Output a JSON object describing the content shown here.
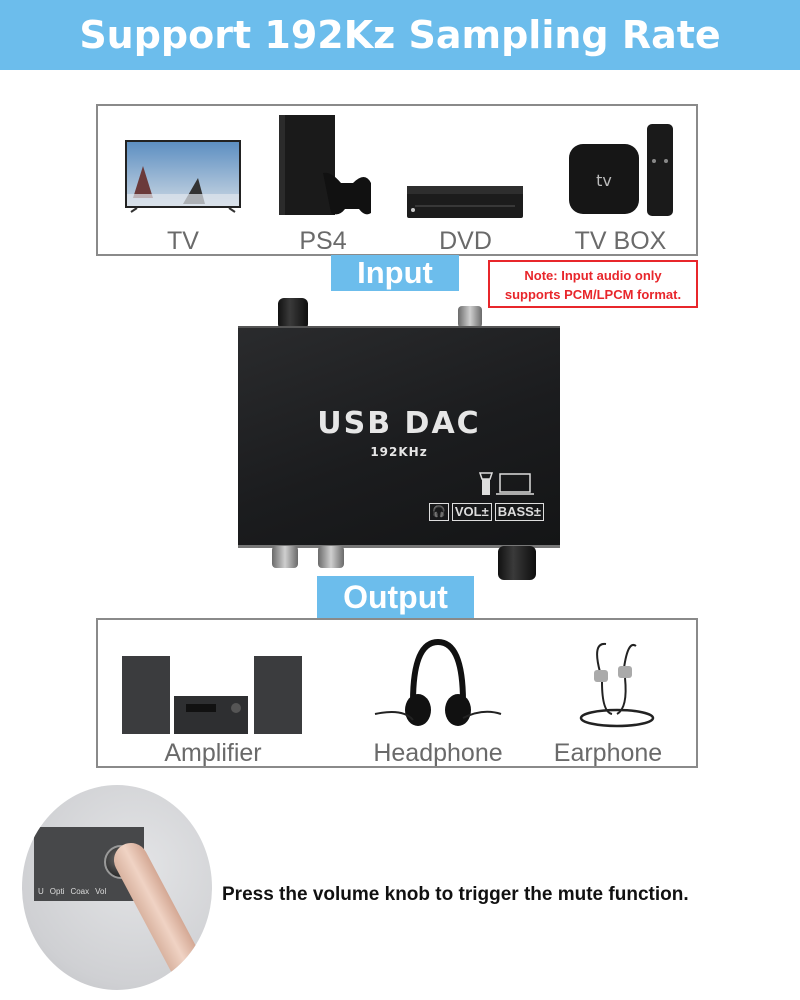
{
  "banner": {
    "title": "Support 192Kz Sampling Rate",
    "bg_color": "#6cbdec"
  },
  "input_section": {
    "tag": "Input",
    "devices": [
      {
        "label": "TV",
        "icon": "tv-icon"
      },
      {
        "label": "PS4",
        "icon": "game-console-icon"
      },
      {
        "label": "DVD",
        "icon": "dvd-player-icon"
      },
      {
        "label": "TV BOX",
        "icon": "tv-box-icon"
      }
    ],
    "note_line1": "Note: Input audio only",
    "note_line2": "supports PCM/LPCM format."
  },
  "device": {
    "title": "USB DAC",
    "subtitle": "192KHz",
    "labels": [
      "🎧",
      "VOL±",
      "BASS±"
    ]
  },
  "output_section": {
    "tag": "Output",
    "devices": [
      {
        "label": "Amplifier",
        "icon": "amplifier-icon"
      },
      {
        "label": "Headphone",
        "icon": "headphone-icon"
      },
      {
        "label": "Earphone",
        "icon": "earphone-icon"
      }
    ]
  },
  "mute": {
    "caption": "Press the volume knob to trigger the mute function.",
    "panel_labels": [
      "U",
      "Opti",
      "Coax",
      "Vol"
    ]
  }
}
